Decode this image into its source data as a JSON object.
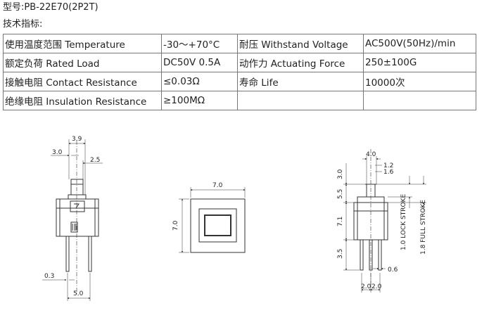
{
  "header": {
    "model": "型号:PB-22E70(2P2T)",
    "specs_title": "技术指标:"
  },
  "specs": [
    [
      "使用温度范围 Temperature",
      "-30～+70°C",
      "耐压 Withstand Voltage",
      "AC500V(50Hz)/min"
    ],
    [
      "额定负荷 Rated Load",
      "DC50V 0.5A",
      "动作力 Actuating Force",
      "250±100G"
    ],
    [
      "接触电阻 Contact Resistance",
      "≤0.03Ω",
      "寿命 Life",
      "10000次"
    ],
    [
      "绝缘电阻 Insulation Resistance",
      "≥100MΩ",
      "",
      ""
    ]
  ],
  "drawings": {
    "front": {
      "dim_top": "3.9",
      "dim_left": "3.0",
      "dim_right": "2.5",
      "dim_pin": "0.3",
      "dim_bottom": "5.0"
    },
    "top": {
      "dim_width": "7.0",
      "dim_height": "7.0"
    },
    "side": {
      "dim_top": "4.0",
      "dim_a": "1.2",
      "dim_b": "1.6",
      "dim_c": "3.0",
      "dim_d": "5.5",
      "dim_e": "7.1",
      "dim_f": "3.5",
      "dim_g": "0.6",
      "dim_h": "2.0",
      "dim_i": "2.0",
      "lock_stroke": "1.0 LOCK STROKE",
      "full_stroke": "1.8 FULL STROKE"
    }
  }
}
